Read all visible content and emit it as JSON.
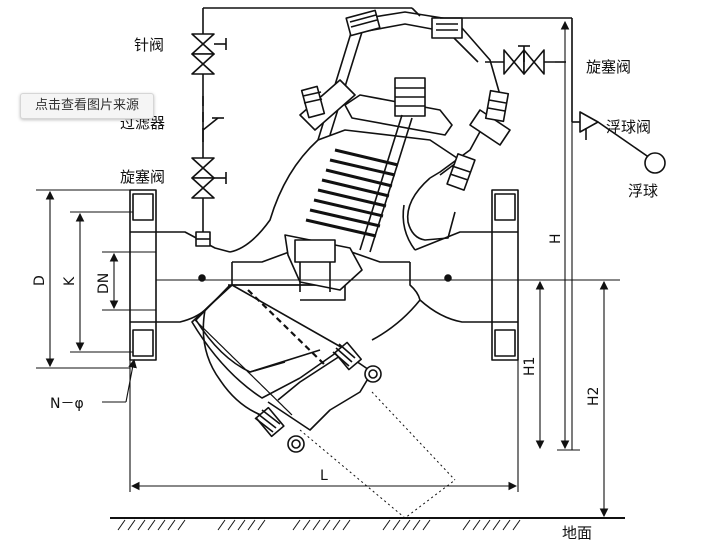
{
  "overlay": {
    "view_source_label": "点击查看图片来源"
  },
  "labels": {
    "needle_valve": "针阀",
    "filter": "过滤器",
    "plug_valve_left": "旋塞阀",
    "plug_valve_right": "旋塞阀",
    "float_valve": "浮球阀",
    "float_ball": "浮球",
    "ground": "地面"
  },
  "dimensions": {
    "D": "D",
    "K": "K",
    "DN": "DN",
    "N_phi": "N－φ",
    "H": "H",
    "H1": "H1",
    "H2": "H2",
    "L": "L"
  }
}
